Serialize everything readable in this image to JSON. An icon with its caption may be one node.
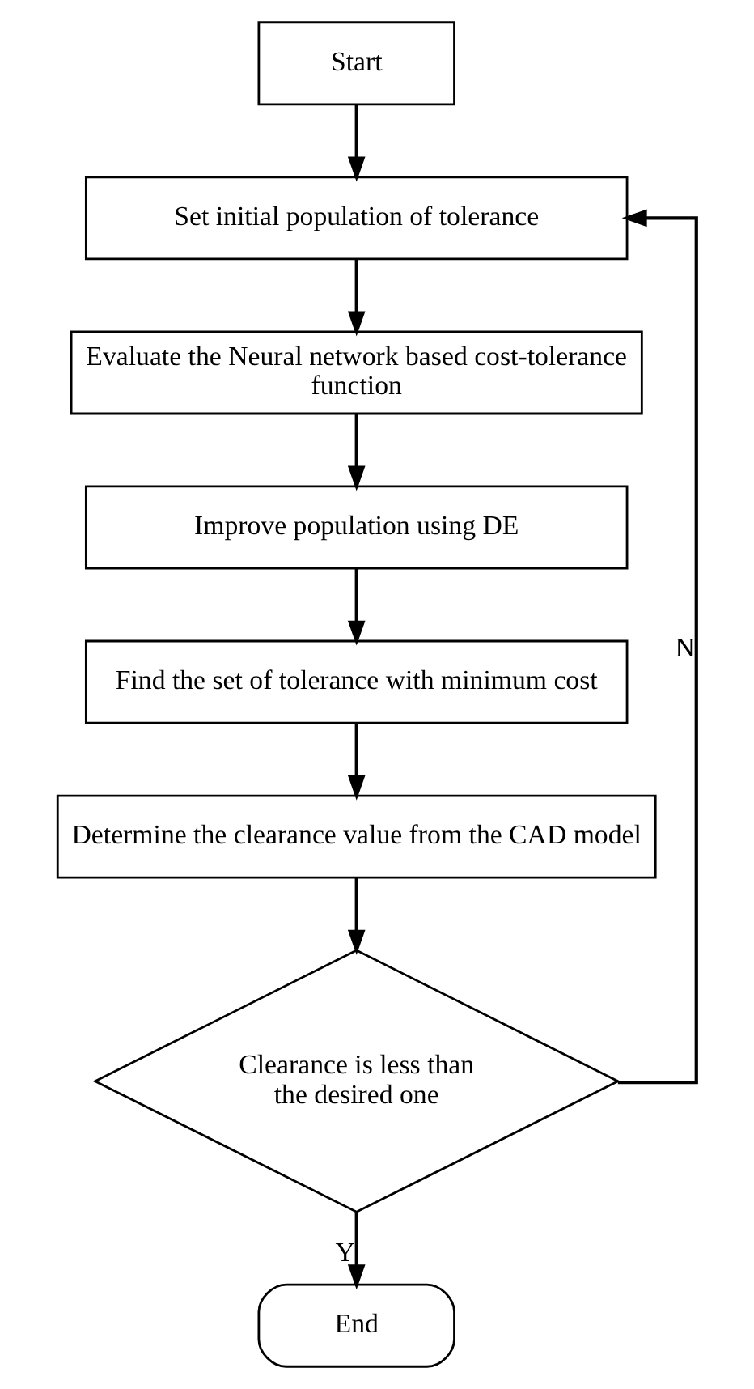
{
  "diagram": {
    "nodes": [
      {
        "text": [
          "Start"
        ]
      },
      {
        "text": [
          "Set initial population of tolerance"
        ]
      },
      {
        "text": [
          "Evaluate the Neural network based cost-tolerance function"
        ]
      },
      {
        "text": [
          "Improve population using DE"
        ]
      },
      {
        "text": [
          "Find the set of tolerance with minimum cost"
        ]
      },
      {
        "text": [
          "Determine the clearance value from the CAD model"
        ]
      },
      {
        "text": [
          "Clearance is less than the desired one"
        ]
      },
      {
        "text": [
          "End"
        ]
      }
    ],
    "edges": [
      {
        "from": 0,
        "to": 1,
        "arrow": "to"
      },
      {
        "from": 1,
        "to": 2,
        "arrow": "to"
      },
      {
        "from": 2,
        "to": 3,
        "arrow": "to"
      },
      {
        "from": 3,
        "to": 4,
        "arrow": "to"
      },
      {
        "from": 4,
        "to": 5,
        "arrow": "to"
      },
      {
        "from": 5,
        "to": 6,
        "arrow": "to"
      },
      {
        "from": 6,
        "to": 1,
        "arrow": "to",
        "label": "N"
      },
      {
        "from": 6,
        "to": 7,
        "arrow": "to",
        "label": "Y"
      }
    ]
  }
}
